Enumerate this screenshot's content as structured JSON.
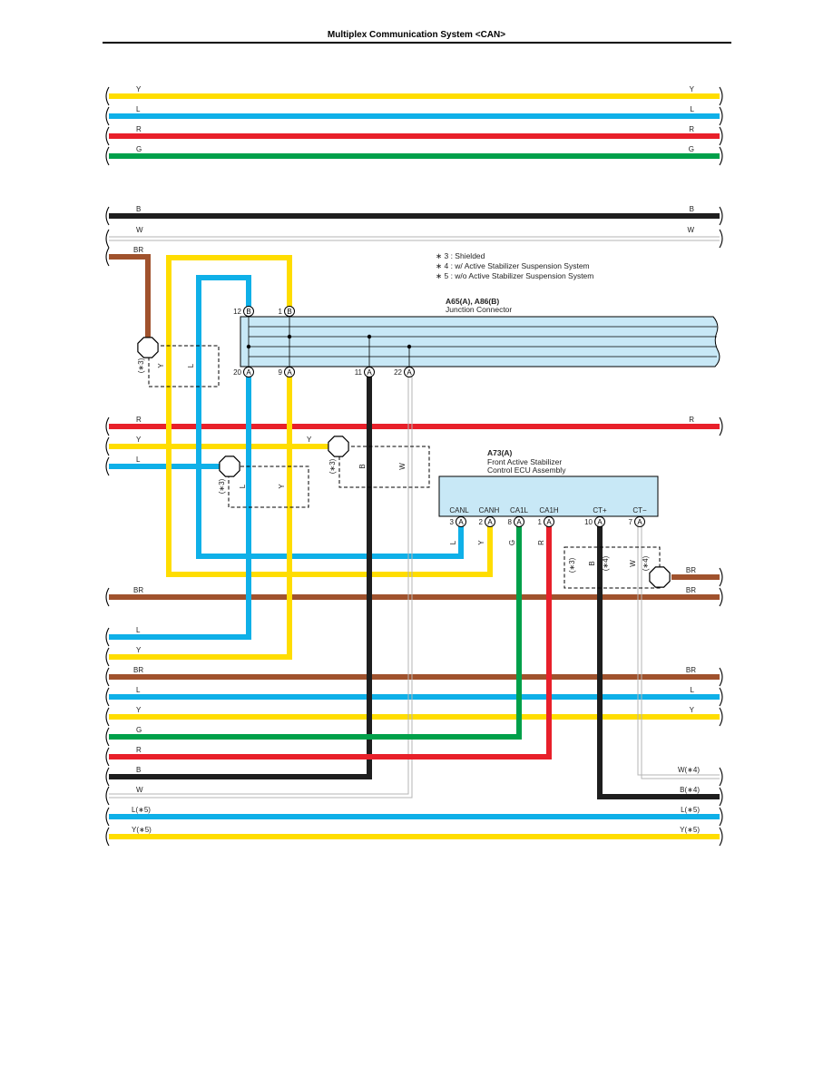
{
  "page": {
    "title": "Multiplex Communication System <CAN>"
  },
  "colors": {
    "Y": "#FFDD00",
    "L": "#0FB0E8",
    "R": "#E8202A",
    "G": "#00A04A",
    "B": "#1E1E1E",
    "W": "#D4D4D4",
    "BR": "#A0522D",
    "box_fill": "#C8E8F6"
  },
  "notes": [
    "∗ 3 : Shielded",
    "∗ 4 : w/ Active Stabilizer Suspension System",
    "∗ 5 : w/o Active Stabilizer Suspension System"
  ],
  "junction": {
    "code": "A65(A), A86(B)",
    "name": "Junction Connector"
  },
  "ecu": {
    "code": "A73(A)",
    "name_line1": "Front Active Stabilizer",
    "name_line2": "Control ECU Assembly"
  },
  "ecu_terminals": [
    "CANL",
    "CANH",
    "CA1L",
    "CA1H",
    "CT+",
    "CT−"
  ],
  "pins": [
    {
      "num": "12",
      "letter": "B"
    },
    {
      "num": "1",
      "letter": "B"
    },
    {
      "num": "20",
      "letter": "A"
    },
    {
      "num": "9",
      "letter": "A"
    },
    {
      "num": "11",
      "letter": "A"
    },
    {
      "num": "22",
      "letter": "A"
    },
    {
      "num": "3",
      "letter": "A"
    },
    {
      "num": "2",
      "letter": "A"
    },
    {
      "num": "8",
      "letter": "A"
    },
    {
      "num": "1",
      "letter": "A"
    },
    {
      "num": "10",
      "letter": "A"
    },
    {
      "num": "7",
      "letter": "A"
    }
  ],
  "wire_labels": {
    "top": [
      "Y",
      "L",
      "R",
      "G"
    ],
    "bw": [
      "B",
      "W"
    ],
    "br": "BR",
    "mid": [
      "R",
      "Y",
      "L"
    ],
    "br2": "BR",
    "ly": [
      "L",
      "Y"
    ],
    "bottom": [
      "BR",
      "L",
      "Y",
      "G",
      "R",
      "B",
      "W"
    ],
    "right_ct": [
      "W(∗4)",
      "B(∗4)"
    ],
    "w5": [
      "L(∗5)",
      "Y(∗5)"
    ],
    "br_right": "BR"
  },
  "shield_labels": [
    "(∗3)",
    "(∗3)",
    "(∗3)",
    "(∗3)",
    "(∗4)",
    "(∗4)"
  ],
  "branch_labels": [
    "Y",
    "L",
    "B",
    "W",
    "L",
    "Y",
    "L",
    "Y",
    "G",
    "R",
    "B",
    "W"
  ]
}
